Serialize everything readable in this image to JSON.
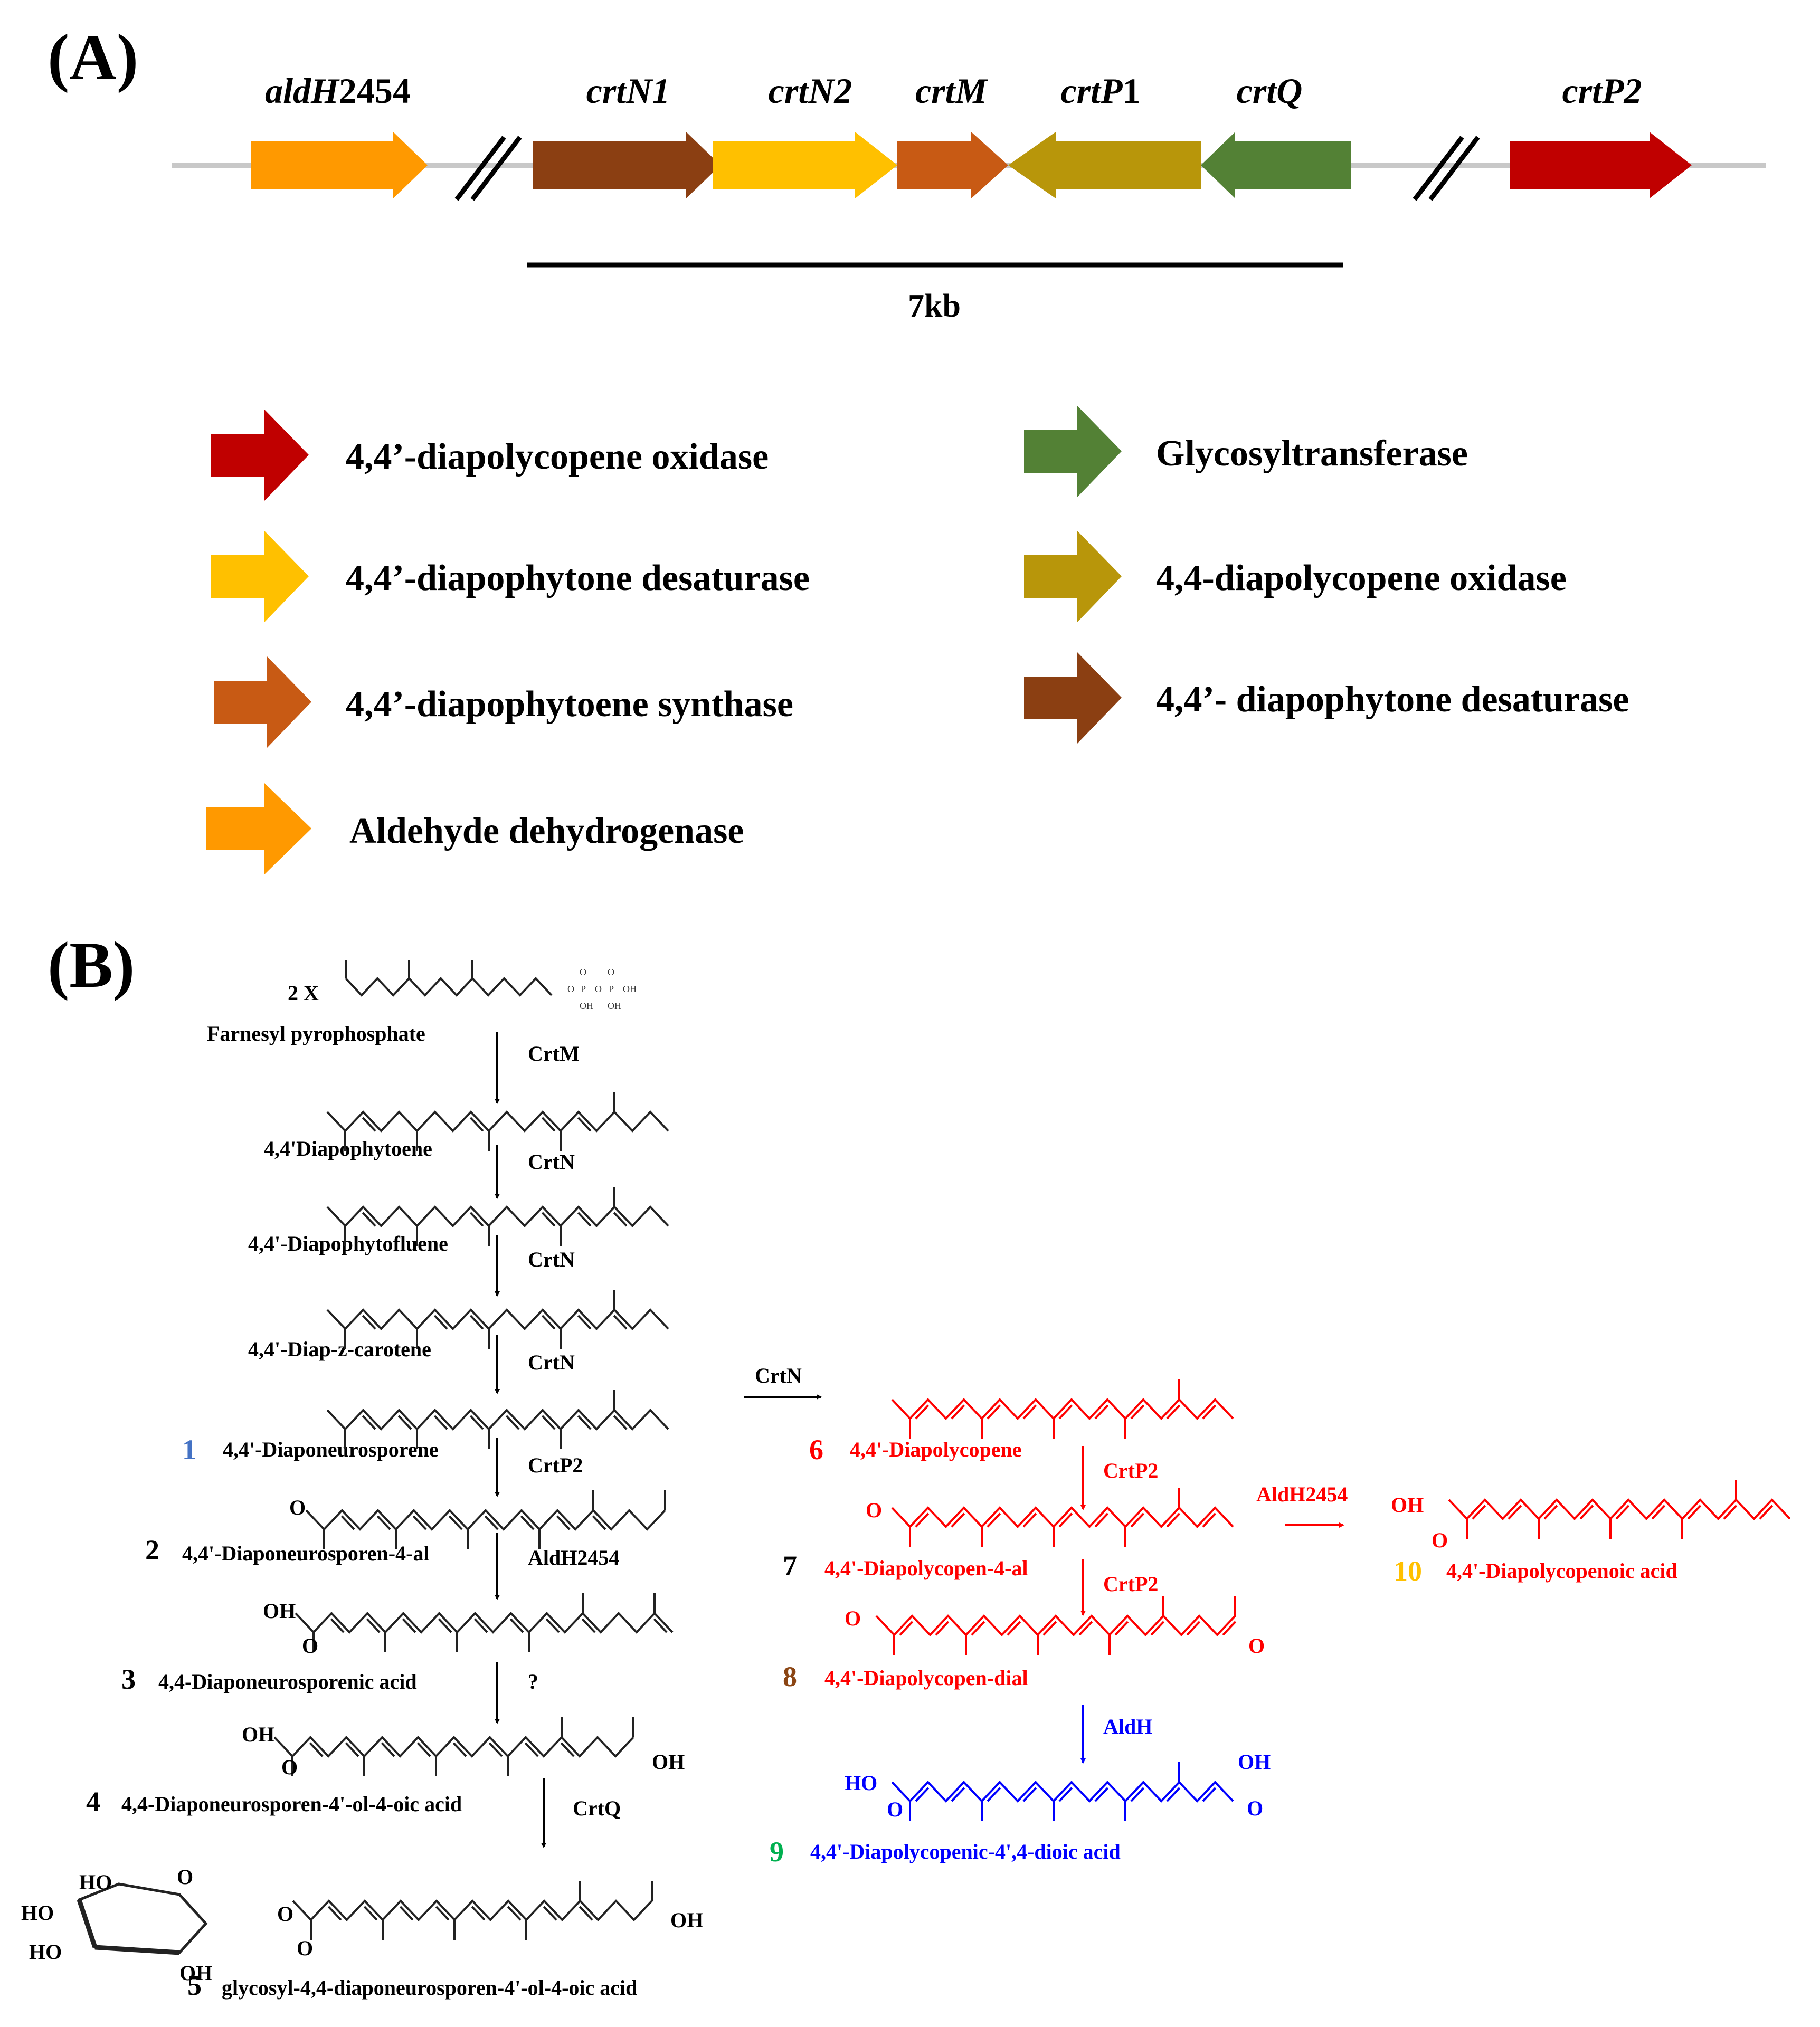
{
  "panel_a": {
    "label": "(A)",
    "genes": [
      {
        "name": "aldH2454",
        "italic_part": "aldH",
        "plain_part": "2454",
        "color": "#FF9900",
        "direction": "forward"
      },
      {
        "name": "crtN1",
        "italic_part": "crtN1",
        "plain_part": "",
        "color": "#8B3F12",
        "direction": "forward"
      },
      {
        "name": "crtN2",
        "italic_part": "crtN2",
        "plain_part": "",
        "color": "#FFC000",
        "direction": "forward"
      },
      {
        "name": "crtM",
        "italic_part": "crtM",
        "plain_part": "",
        "color": "#C85A14",
        "direction": "forward"
      },
      {
        "name": "crtP1",
        "italic_part": "crtP",
        "plain_part": "1",
        "color": "#B8960A",
        "direction": "reverse"
      },
      {
        "name": "crtQ",
        "italic_part": "crtQ",
        "plain_part": "",
        "color": "#538135",
        "direction": "reverse"
      },
      {
        "name": "crtP2",
        "italic_part": "crtP2",
        "plain_part": "",
        "color": "#C00000",
        "direction": "forward"
      }
    ],
    "scale_bar_label": "7kb",
    "legend": [
      {
        "label": "4,4’-diapolycopene oxidase",
        "color": "#C00000"
      },
      {
        "label": "4,4’-diapophytone desaturase",
        "color": "#FFC000"
      },
      {
        "label": "4,4’-diapophytoene synthase",
        "color": "#C85A14"
      },
      {
        "label": "Aldehyde dehydrogenase",
        "color": "#FF9900"
      },
      {
        "label": "Glycosyltransferase",
        "color": "#538135"
      },
      {
        "label": "4,4-diapolycopene oxidase",
        "color": "#B8960A"
      },
      {
        "label": "4,4’- diapophytone desaturase",
        "color": "#8B3F12"
      }
    ]
  },
  "panel_b": {
    "label": "(B)",
    "prefix": "2 X",
    "start_compound": "Farnesyl pyrophosphate",
    "main_pathway": [
      {
        "num": "",
        "name": "4,4'Diapophytoene",
        "enzyme_in": "CrtM"
      },
      {
        "num": "",
        "name": "4,4'-Diapophytofluene",
        "enzyme_in": "CrtN"
      },
      {
        "num": "",
        "name": "4,4'-Diap-z-carotene",
        "enzyme_in": "CrtN"
      },
      {
        "num": "1",
        "name": "4,4'-Diaponeurosporene",
        "enzyme_in": "CrtN"
      },
      {
        "num": "2",
        "name": "4,4'-Diaponeurosporen-4-al",
        "enzyme_in": "CrtP2"
      },
      {
        "num": "3",
        "name": "4,4-Diaponeurosporenic acid",
        "enzyme_in": "AldH2454"
      },
      {
        "num": "4",
        "name": "4,4-Diaponeurosporen-4'-ol-4-oic acid",
        "enzyme_in": "?"
      },
      {
        "num": "5",
        "name": "glycosyl-4,4-diaponeurosporen-4'-ol-4-oic acid",
        "enzyme_in": "CrtQ"
      }
    ],
    "branch_enzyme": "CrtN",
    "side_pathway": [
      {
        "num": "6",
        "name": "4,4'-Diapolycopene"
      },
      {
        "num": "7",
        "name": "4,4'-Diapolycopen-4-al",
        "enzyme_in": "CrtP2"
      },
      {
        "num": "8",
        "name": "4,4'-Diapolycopen-dial",
        "enzyme_in": "CrtP2"
      },
      {
        "num": "9",
        "name": "4,4'-Diapolycopenic-4',4-dioic acid",
        "enzyme_in": "AldH"
      },
      {
        "num": "10",
        "name": "4,4'-Diapolycopenoic acid",
        "enzyme_in": "AldH2454"
      }
    ],
    "atoms": {
      "oh": "OH",
      "o": "O",
      "ho": "HO",
      "p": "P"
    },
    "colors": {
      "black": "#000000",
      "red": "#FF0000",
      "blue": "#0000FF",
      "num1": "#4472C4",
      "num8": "#8B4513",
      "num9": "#00B050",
      "num10": "#FFC000"
    }
  }
}
